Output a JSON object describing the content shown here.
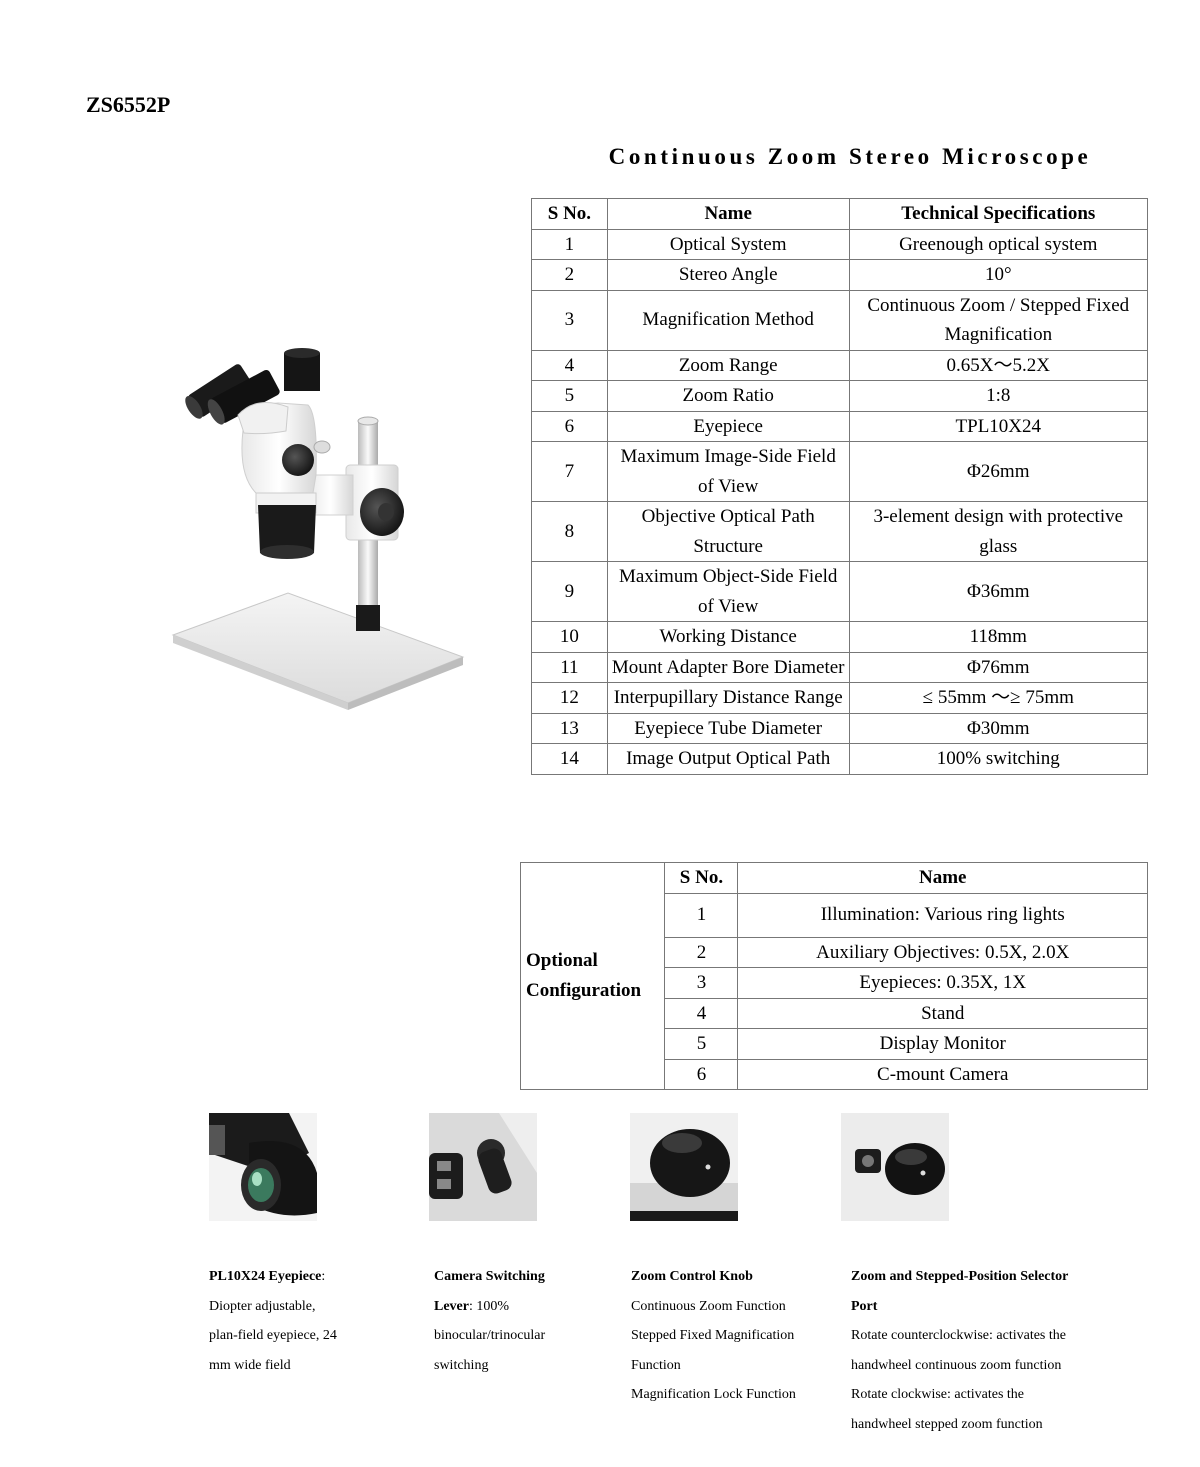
{
  "header": {
    "model": "ZS6552P",
    "title": "Continuous Zoom Stereo Microscope"
  },
  "specs": {
    "headers": [
      "S No.",
      "Name",
      "Technical Specifications"
    ],
    "rows": [
      {
        "no": "1",
        "name": "Optical System",
        "spec": "Greenough optical system"
      },
      {
        "no": "2",
        "name": "Stereo Angle",
        "spec": "10°"
      },
      {
        "no": "3",
        "name": "Magnification Method",
        "spec": "Continuous Zoom / Stepped Fixed Magnification"
      },
      {
        "no": "4",
        "name": "Zoom Range",
        "spec": "0.65X～5.2X"
      },
      {
        "no": "5",
        "name": "Zoom Ratio",
        "spec": "1:8"
      },
      {
        "no": "6",
        "name": "Eyepiece",
        "spec": "TPL10X24"
      },
      {
        "no": "7",
        "name": "Maximum Image-Side Field of View",
        "spec": "Φ26mm"
      },
      {
        "no": "8",
        "name": "Objective Optical Path Structure",
        "spec": "3-element design with protective glass"
      },
      {
        "no": "9",
        "name": "Maximum Object-Side Field of View",
        "spec": "Φ36mm"
      },
      {
        "no": "10",
        "name": "Working Distance",
        "spec": "118mm"
      },
      {
        "no": "11",
        "name": "Mount Adapter Bore Diameter",
        "spec": "Φ76mm"
      },
      {
        "no": "12",
        "name": "Interpupillary Distance Range",
        "spec": "≤ 55mm ～≥ 75mm"
      },
      {
        "no": "13",
        "name": "Eyepiece Tube Diameter",
        "spec": "Φ30mm"
      },
      {
        "no": "14",
        "name": "Image Output Optical Path",
        "spec": "100% switching"
      }
    ]
  },
  "optional": {
    "label_line1": "Optional",
    "label_line2": "Configuration",
    "headers": [
      "S No.",
      "Name"
    ],
    "rows": [
      {
        "no": "1",
        "name": "Illumination: Various ring lights"
      },
      {
        "no": "2",
        "name": "Auxiliary Objectives: 0.5X, 2.0X"
      },
      {
        "no": "3",
        "name": "Eyepieces: 0.35X, 1X"
      },
      {
        "no": "4",
        "name": "Stand"
      },
      {
        "no": "5",
        "name": "Display Monitor"
      },
      {
        "no": "6",
        "name": "C-mount Camera"
      }
    ]
  },
  "features": [
    {
      "title": "PL10X24 Eyepiece",
      "title_suffix": ":",
      "lines": [
        "Diopter adjustable,",
        "plan-field eyepiece, 24",
        "mm wide field"
      ]
    },
    {
      "title_line1": "Camera Switching",
      "title_line2": "Lever",
      "title_suffix": ": 100%",
      "lines": [
        "binocular/trinocular",
        "switching"
      ]
    },
    {
      "title": "Zoom Control Knob",
      "lines": [
        "Continuous Zoom Function",
        "Stepped Fixed Magnification",
        "Function",
        "Magnification Lock Function"
      ]
    },
    {
      "title_line1": "Zoom and Stepped-Position Selector",
      "title_line2": "Port",
      "lines": [
        "Rotate counterclockwise: activates the",
        "handwheel continuous zoom function",
        "Rotate clockwise: activates the",
        "handwheel stepped zoom function"
      ]
    }
  ]
}
